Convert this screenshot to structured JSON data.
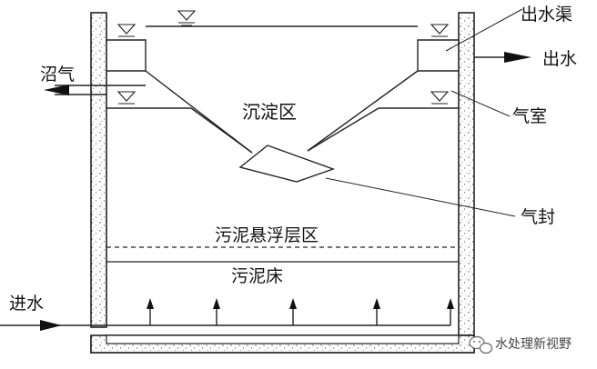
{
  "labels": {
    "outlet_channel": "出水渠",
    "water_out": "出水",
    "biogas": "沼气",
    "gas_chamber": "气室",
    "settling_zone": "沉淀区",
    "gas_seal": "气封",
    "sludge_suspension_zone": "污泥悬浮层区",
    "sludge_bed": "污泥床",
    "water_in": "进水"
  },
  "watermark": {
    "text": "水处理新视野",
    "icon": "wechat-chat-bubbles-icon"
  }
}
